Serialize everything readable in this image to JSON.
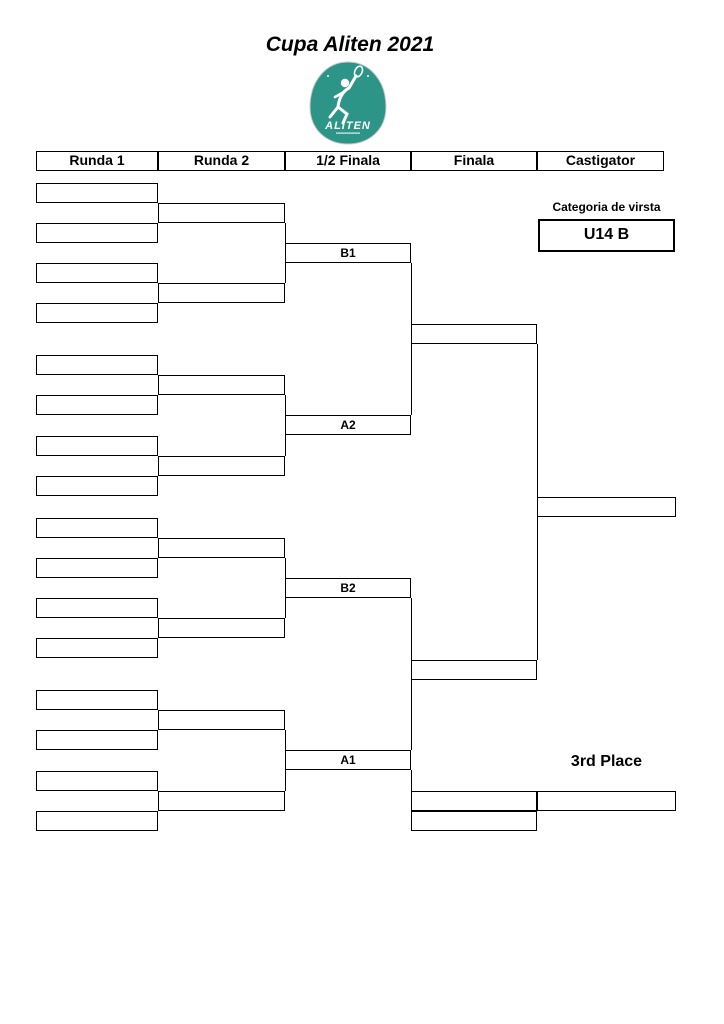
{
  "page": {
    "title": "Cupa Aliten 2021"
  },
  "logo": {
    "text": "ALITEN",
    "color": "#2D9588"
  },
  "bracket": {
    "headers": [
      "Runda 1",
      "Runda 2",
      "1/2 Finala",
      "Finala",
      "Castigator"
    ],
    "semifinal_labels": {
      "b1": "B1",
      "a2": "A2",
      "b2": "B2",
      "a1": "A1"
    },
    "structure": {
      "runda1_slots": 16,
      "runda2_slots": 8,
      "semifinal_slots": 4,
      "final_slots": 2,
      "winner_slots": 1,
      "all_slots_empty": true
    }
  },
  "category": {
    "label": "Categoria de virsta",
    "value": "U14 B"
  },
  "third_place": {
    "label": "3rd Place"
  }
}
